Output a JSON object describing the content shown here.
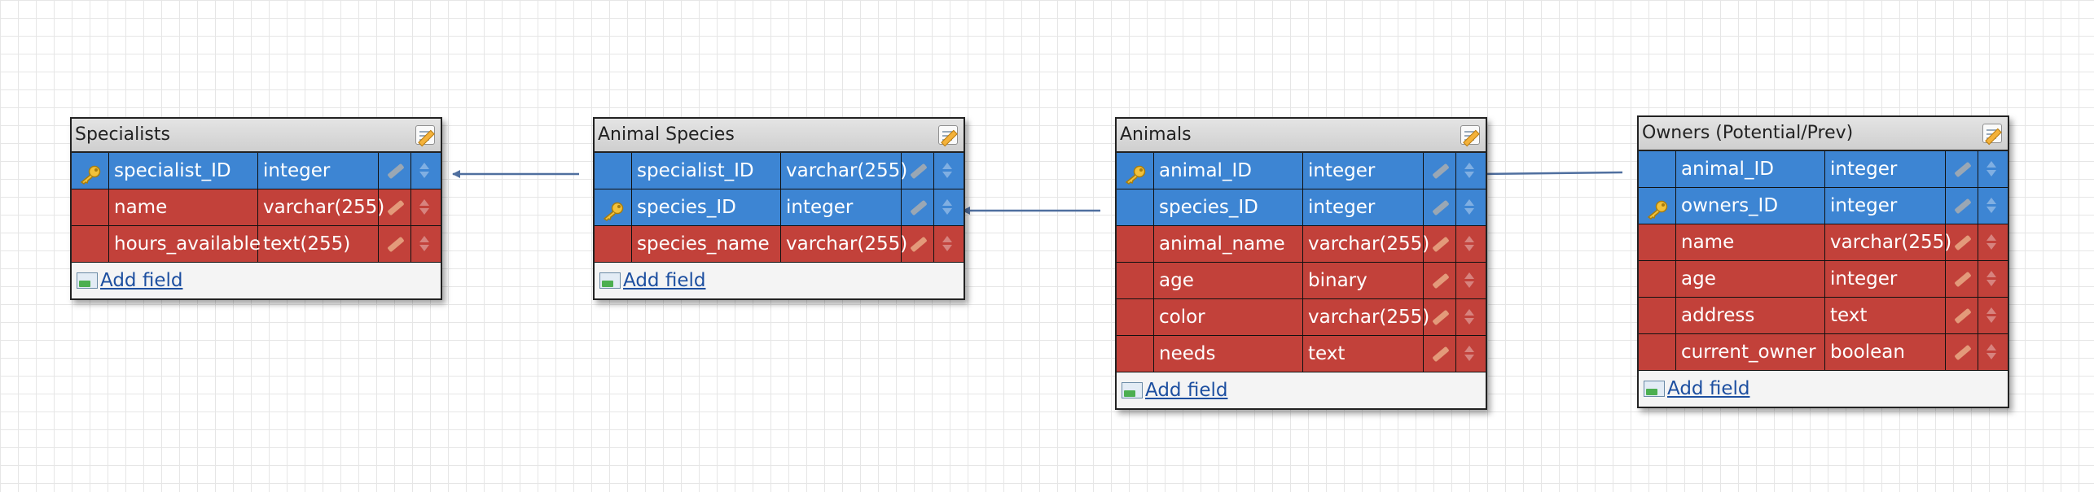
{
  "tables": [
    {
      "id": "t-specialists",
      "title": "Specialists",
      "rows": [
        {
          "name": "specialist_ID",
          "type": "integer",
          "kind": "pk",
          "key_icon": true
        },
        {
          "name": "name",
          "type": "varchar(255)",
          "kind": "fk",
          "key_icon": false
        },
        {
          "name": "hours_available",
          "type": "text(255)",
          "kind": "fk",
          "key_icon": false
        }
      ],
      "add_field": "Add field"
    },
    {
      "id": "t-species",
      "title": "Animal Species",
      "rows": [
        {
          "name": "specialist_ID",
          "type": "varchar(255)",
          "kind": "pk",
          "key_icon": false
        },
        {
          "name": "species_ID",
          "type": "integer",
          "kind": "pk",
          "key_icon": true
        },
        {
          "name": "species_name",
          "type": "varchar(255)",
          "kind": "fk",
          "key_icon": false
        }
      ],
      "add_field": "Add field"
    },
    {
      "id": "t-animals",
      "title": "Animals",
      "rows": [
        {
          "name": "animal_ID",
          "type": "integer",
          "kind": "pk",
          "key_icon": true
        },
        {
          "name": "species_ID",
          "type": "integer",
          "kind": "pk",
          "key_icon": false
        },
        {
          "name": "animal_name",
          "type": "varchar(255)",
          "kind": "fk",
          "key_icon": false
        },
        {
          "name": "age",
          "type": "binary",
          "kind": "fk",
          "key_icon": false
        },
        {
          "name": "color",
          "type": "varchar(255)",
          "kind": "fk",
          "key_icon": false
        },
        {
          "name": "needs",
          "type": "text",
          "kind": "fk",
          "key_icon": false
        }
      ],
      "add_field": "Add field"
    },
    {
      "id": "t-owners",
      "title": "Owners (Potential/Prev)",
      "rows": [
        {
          "name": "animal_ID",
          "type": "integer",
          "kind": "pk",
          "key_icon": false
        },
        {
          "name": "owners_ID",
          "type": "integer",
          "kind": "pk",
          "key_icon": true
        },
        {
          "name": "name",
          "type": "varchar(255)",
          "kind": "fk",
          "key_icon": false
        },
        {
          "name": "age",
          "type": "integer",
          "kind": "fk",
          "key_icon": false
        },
        {
          "name": "address",
          "type": "text",
          "kind": "fk",
          "key_icon": false
        },
        {
          "name": "current_owner",
          "type": "boolean",
          "kind": "fk",
          "key_icon": false
        }
      ],
      "add_field": "Add field"
    }
  ],
  "relations": [
    {
      "from_table": "Animal Species",
      "from_field": "specialist_ID",
      "to_table": "Specialists",
      "to_field": "specialist_ID"
    },
    {
      "from_table": "Animals",
      "from_field": "species_ID",
      "to_table": "Animal Species",
      "to_field": "species_ID"
    },
    {
      "from_table": "Owners (Potential/Prev)",
      "from_field": "animal_ID",
      "to_table": "Animals",
      "to_field": "animal_ID"
    }
  ],
  "colors": {
    "key_row": "#3d85d3",
    "field_row": "#c2413a",
    "connector": "#4f6f9f",
    "link": "#1d4fa0"
  }
}
